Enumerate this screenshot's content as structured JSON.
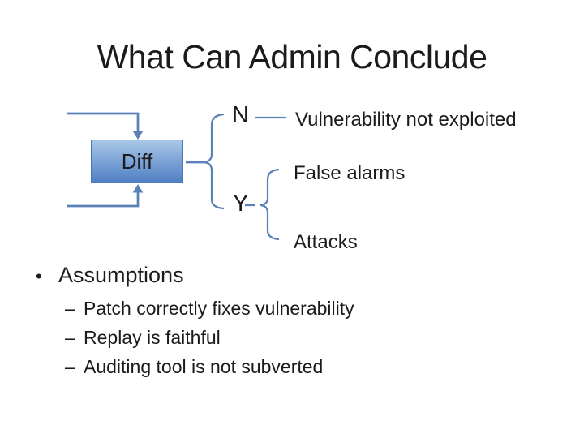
{
  "slide": {
    "title": "What Can Admin Conclude"
  },
  "diagram": {
    "box_label": "Diff",
    "branches": {
      "no": {
        "label": "N",
        "outcome": "Vulnerability not exploited"
      },
      "yes": {
        "label": "Y",
        "outcomes": [
          "False alarms",
          "Attacks"
        ]
      }
    }
  },
  "bullets": {
    "bullet_char": "•",
    "dash_char": "–",
    "items": [
      {
        "label": "Assumptions",
        "sub_items": [
          "Patch correctly fixes vulnerability",
          "Replay is faithful",
          "Auditing tool is not subverted"
        ]
      }
    ]
  },
  "colors": {
    "text": "#1b1b1b",
    "line": "#5b82b8",
    "box_border": "#4a78b2",
    "box_gradient_top": "#a9c7e8",
    "box_gradient_bottom": "#4f7fc3",
    "background": "#ffffff"
  }
}
